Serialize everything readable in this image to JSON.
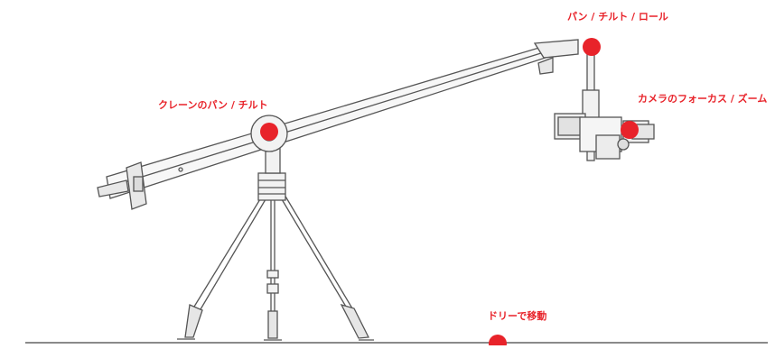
{
  "hotspots": [
    {
      "id": "head",
      "label": "パン / チルト / ロール"
    },
    {
      "id": "camera",
      "label": "カメラのフォーカス / ズーム"
    },
    {
      "id": "crane",
      "label": "クレーンのパン / チルト"
    },
    {
      "id": "dolly",
      "label": "ドリーで移動"
    }
  ],
  "colors": {
    "accent": "#e8232a",
    "line": "#5a5a5a",
    "fill": "#f2f2f2"
  }
}
